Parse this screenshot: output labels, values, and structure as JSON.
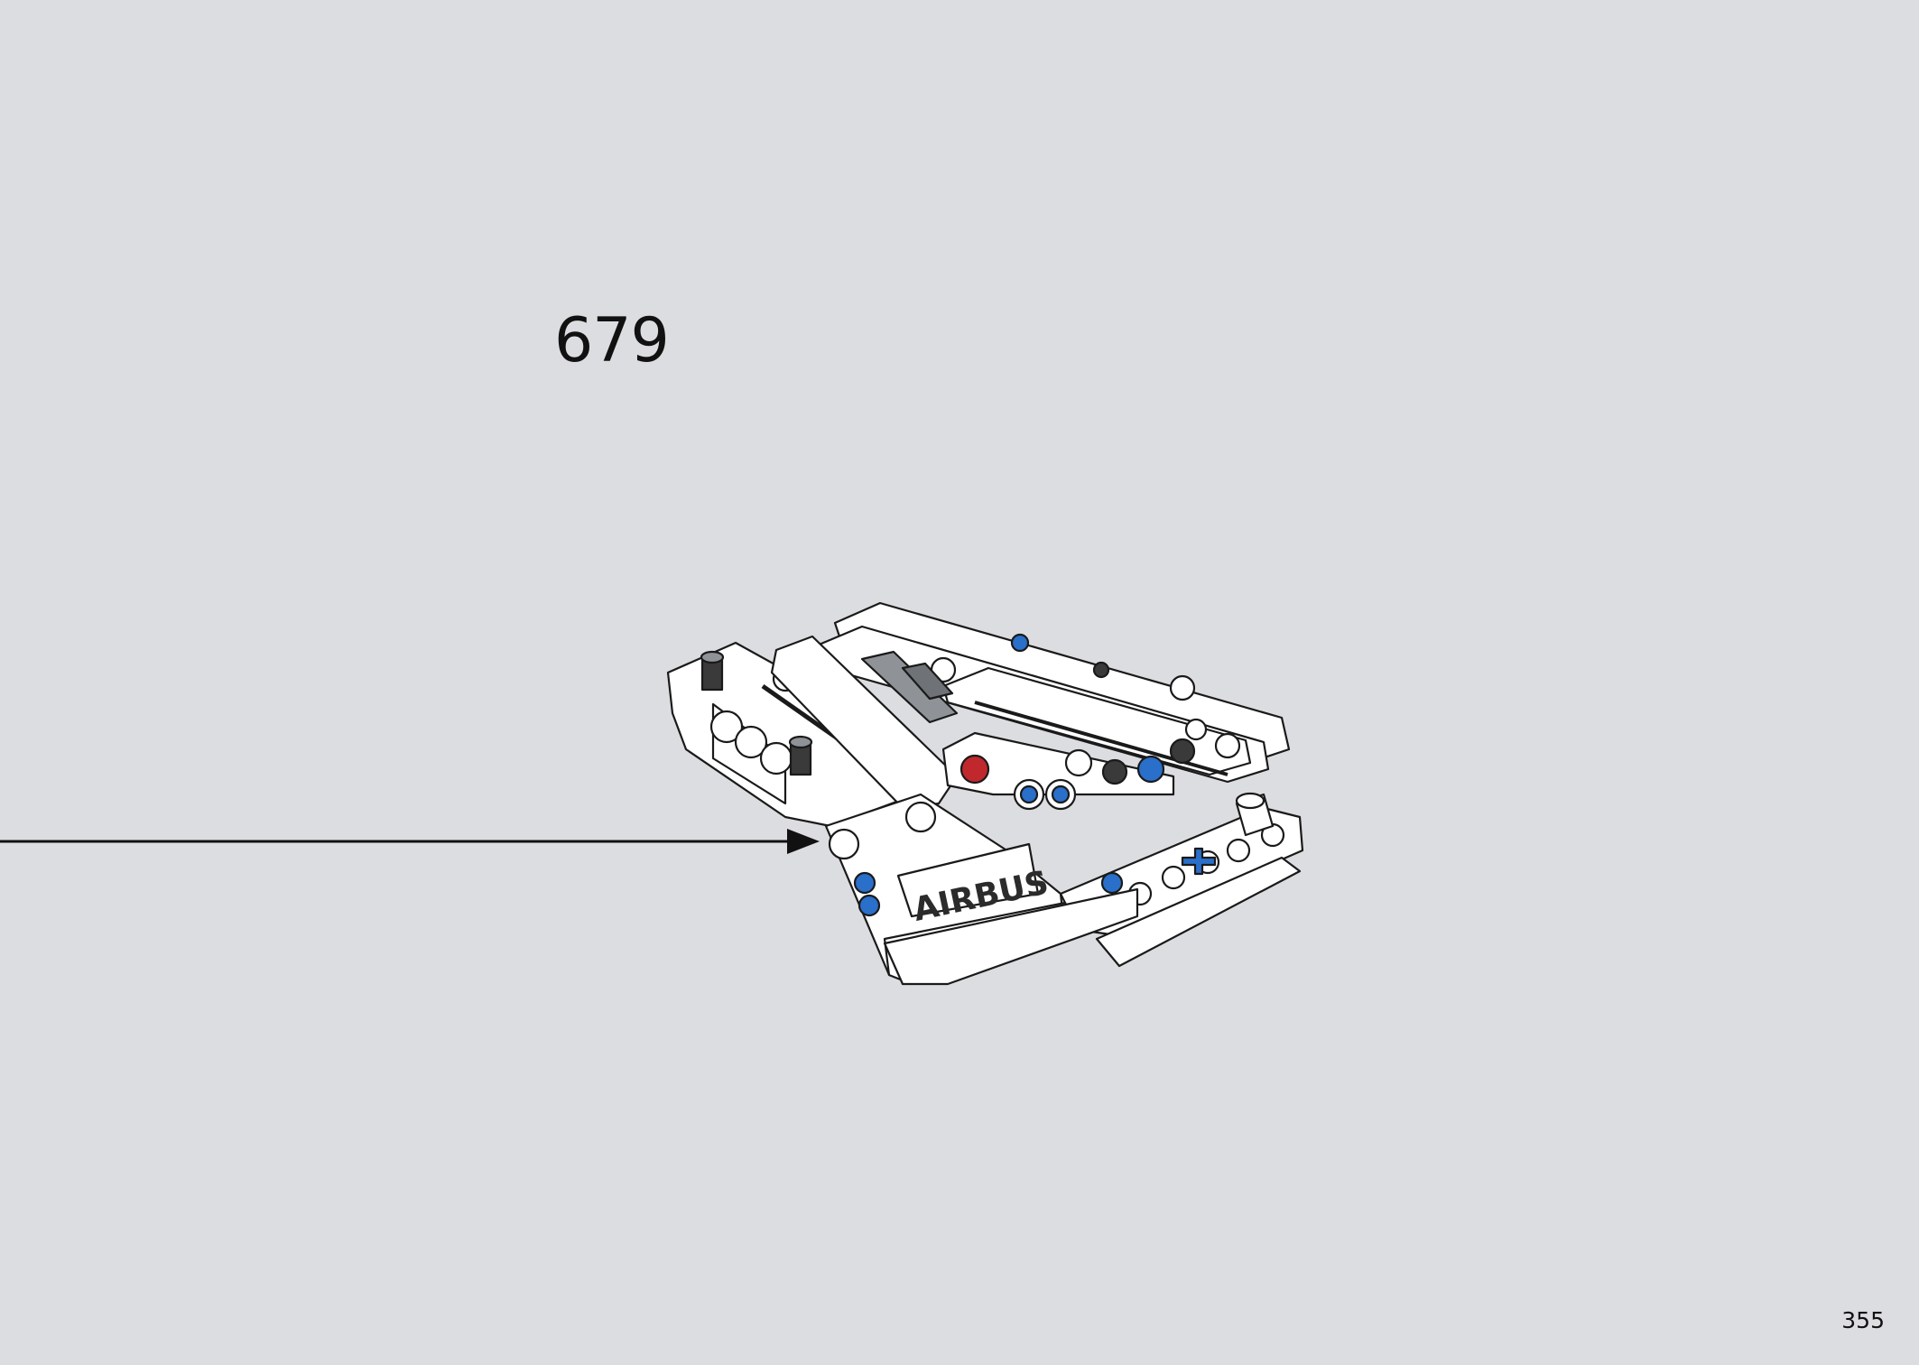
{
  "step": {
    "number": "679"
  },
  "page": {
    "number": "355"
  },
  "model": {
    "decal_text": "AIRBUS",
    "colors": {
      "background": "#dcdde0",
      "part_white": "#ffffff",
      "part_outline": "#1a1a1a",
      "pin_blue": "#2a6fc9",
      "pin_red": "#c0282d",
      "pin_black": "#3a3a3a",
      "slot_gray": "#8f9296"
    }
  }
}
